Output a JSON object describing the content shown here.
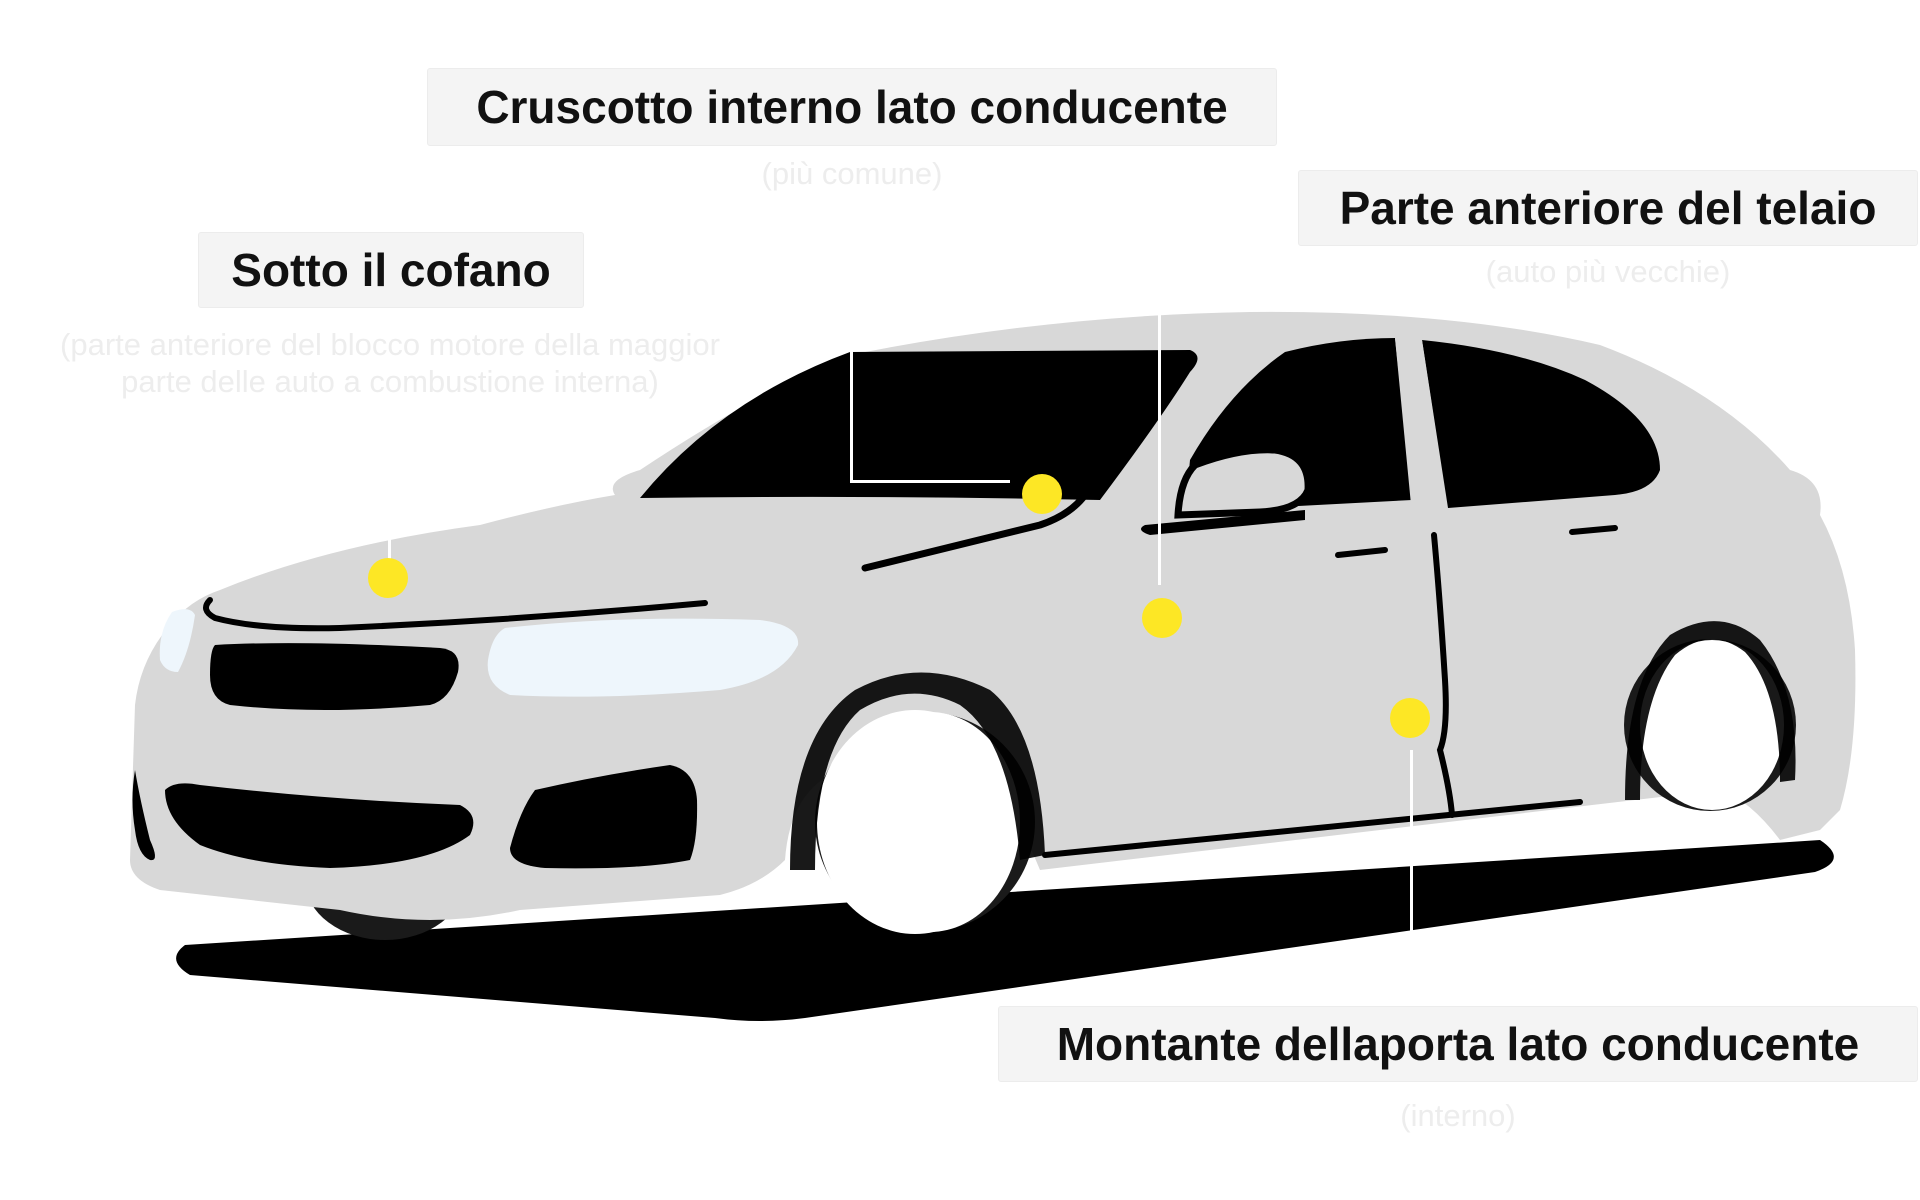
{
  "diagram": {
    "colors": {
      "car_body": "#d8d8d8",
      "car_dark": "#000000",
      "headlight": "#eef6fc",
      "marker": "#fde725",
      "leader_line": "#ffffff",
      "label_bg": "#f4f4f4",
      "label_text": "#111111",
      "sublabel_text": "#ededed"
    },
    "locations": [
      {
        "id": "dashboard",
        "title": "Cruscotto interno lato conducente",
        "note": "(più comune)"
      },
      {
        "id": "frame-front",
        "title": "Parte anteriore del telaio",
        "note": "(auto più vecchie)"
      },
      {
        "id": "under-hood",
        "title": "Sotto il cofano",
        "note_line1": "(parte anteriore del blocco motore della maggior",
        "note_line2": "parte delle auto a combustione interna)"
      },
      {
        "id": "door-pillar",
        "title": "Montante dellaporta lato conducente",
        "note": "(interno)"
      }
    ]
  }
}
